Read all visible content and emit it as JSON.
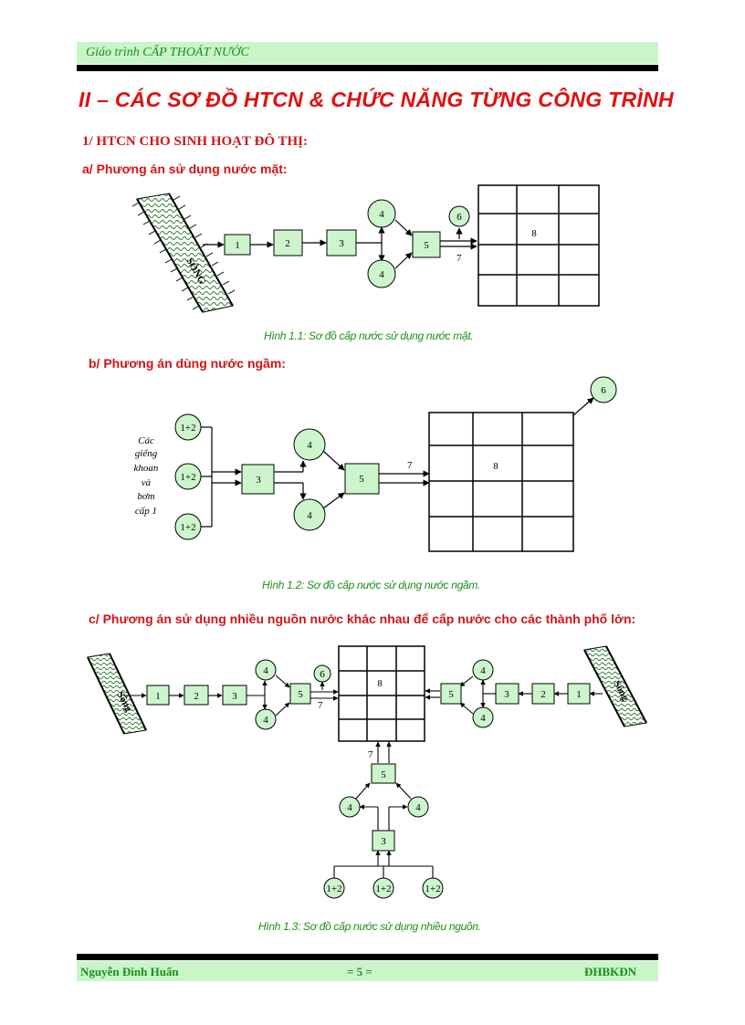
{
  "header": {
    "text": "Giáo trình  CẤP THOÁT NƯỚC"
  },
  "section": {
    "title": "II – CÁC SƠ ĐỒ HTCN & CHỨC NĂNG TỪNG CÔNG TRÌNH"
  },
  "subsection": {
    "title": "1/ HTCN CHO SINH HOẠT ĐÔ THỊ:"
  },
  "part_a": {
    "label": "a/ Phương án sử dụng nước mặt:",
    "river": "SÔNG",
    "nodes": [
      "1",
      "2",
      "3",
      "4",
      "4",
      "5",
      "6",
      "7",
      "8"
    ],
    "caption": "Hình 1.1: Sơ đồ cấp nước sử dụng nước mặt."
  },
  "part_b": {
    "label": "b/ Phương án dùng nước ngầm:",
    "wells_note": [
      "Các",
      "giếng",
      "khoan",
      "và",
      "bơm",
      "cấp 1"
    ],
    "nodes": [
      "1+2",
      "1+2",
      "1+2",
      "3",
      "4",
      "4",
      "5",
      "6",
      "7",
      "8"
    ],
    "caption": "Hình 1.2: Sơ đồ cấp nước sử dụng nước ngầm."
  },
  "part_c": {
    "label": "c/ Phương án sử dụng nhiều nguồn nước khác nhau để cấp nước cho các thành phố lớn:",
    "river_left": "Sông",
    "river_right": "Sông",
    "nodes": [
      "1",
      "2",
      "3",
      "4",
      "4",
      "5",
      "6",
      "7",
      "8",
      "5",
      "4",
      "4",
      "3",
      "2",
      "1",
      "7",
      "5",
      "4",
      "4",
      "3",
      "1+2",
      "1+2",
      "1+2"
    ],
    "caption": "Hình 1.3: Sơ đồ cấp nước sử dụng nhiều nguồn."
  },
  "footer": {
    "author": "Nguyễn Đình Huấn",
    "page": "= 5 =",
    "org": "ĐHBKĐN"
  },
  "colors": {
    "box_fill": "#ccf5cc",
    "accent_red": "#d21414",
    "accent_green": "#1a8f1a",
    "band": "#c9f5c9"
  }
}
